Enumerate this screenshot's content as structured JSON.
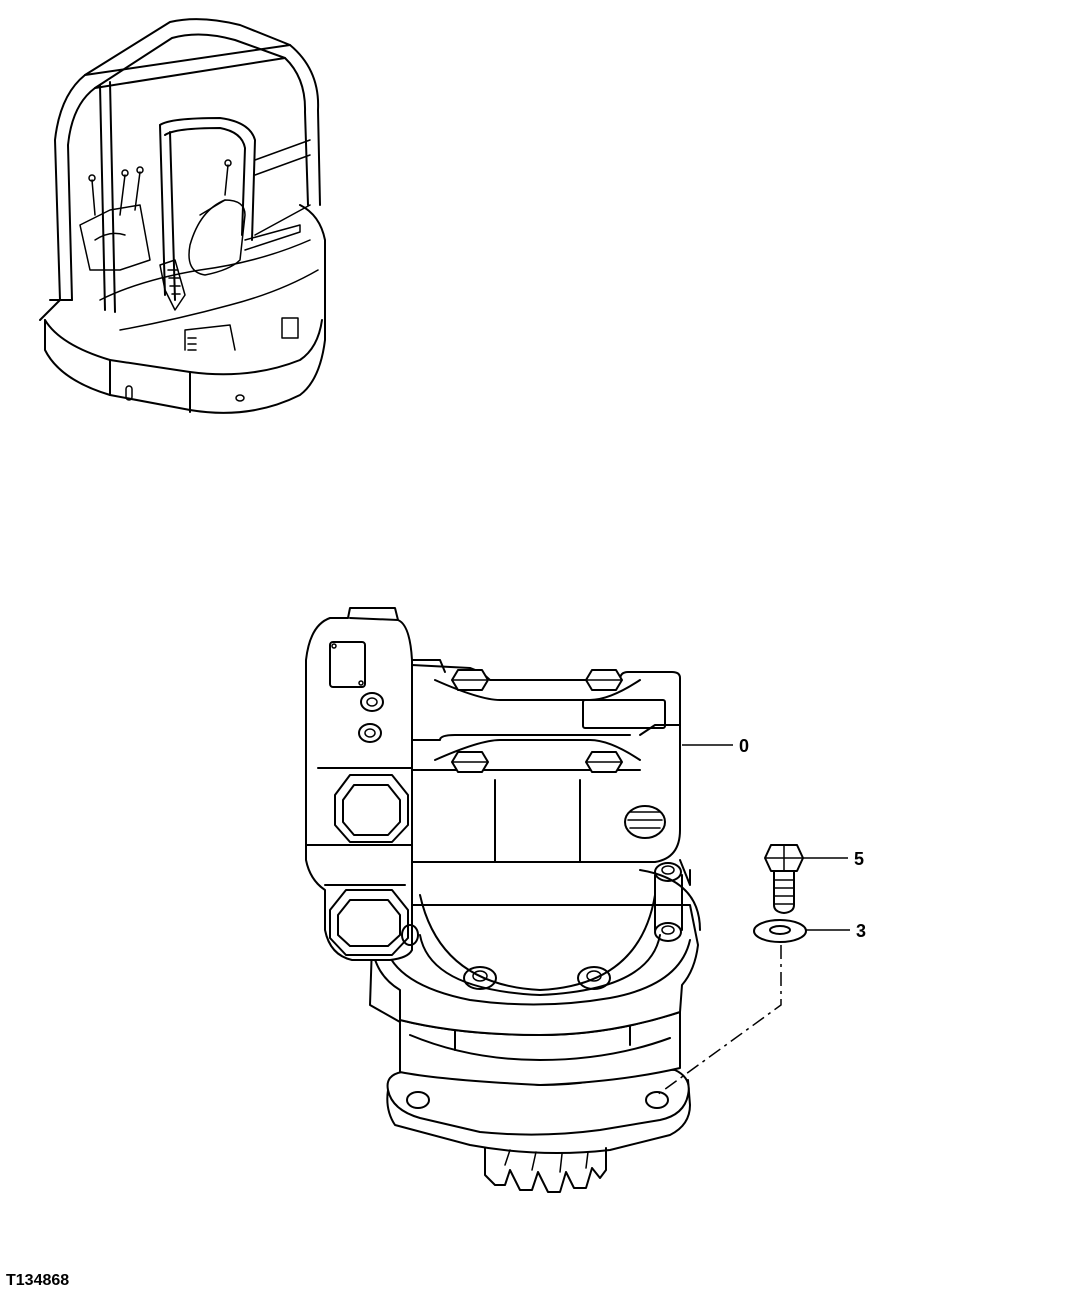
{
  "figure_id": "T134868",
  "callouts": [
    {
      "label": "0",
      "part": "swing-motor-assembly"
    },
    {
      "label": "5",
      "part": "cap-screw"
    },
    {
      "label": "3",
      "part": "washer"
    }
  ],
  "colors": {
    "line": "#000000",
    "background": "#ffffff"
  }
}
